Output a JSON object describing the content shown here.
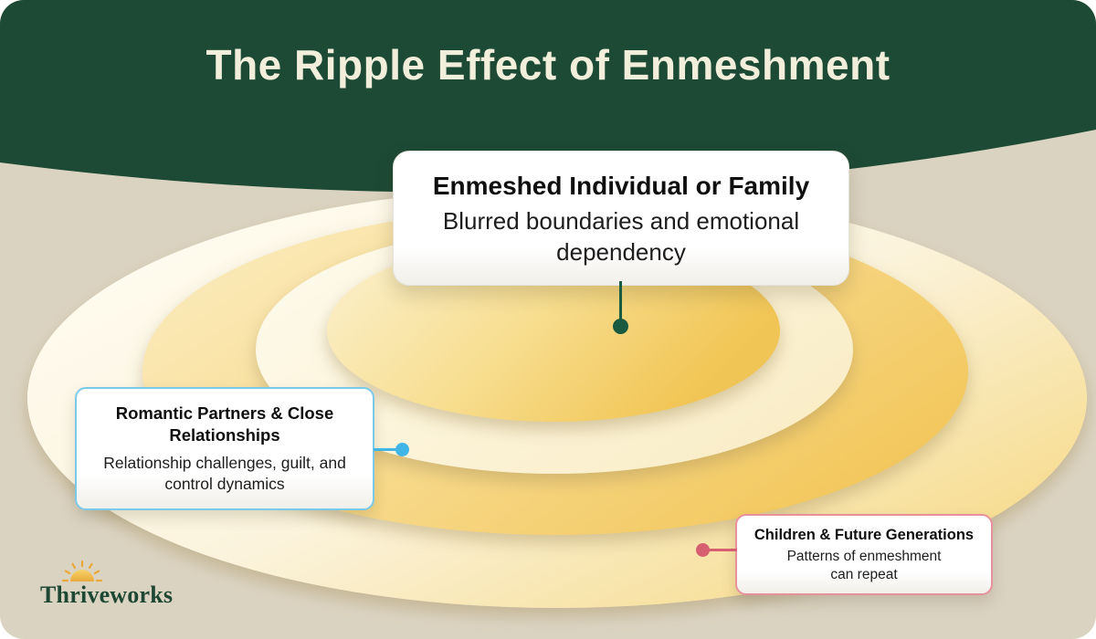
{
  "header": {
    "title": "The Ripple Effect of Enmeshment"
  },
  "diagram": {
    "type": "concentric-ripple",
    "rings": [
      "inner-gold",
      "cream-ring",
      "gold-ring",
      "outer-cream"
    ]
  },
  "callouts": {
    "center": {
      "title": "Enmeshed Individual or Family",
      "body": "Blurred boundaries and emotional dependency",
      "connector_color": "#1a5a41"
    },
    "left": {
      "title": "Romantic Partners & Close Relationships",
      "body": "Relationship challenges, guilt, and control dynamics",
      "connector_color": "#41b6e6"
    },
    "right": {
      "title": "Children & Future Generations",
      "body": "Patterns of enmeshment\ncan repeat",
      "connector_color": "#d6606f"
    }
  },
  "logo": {
    "text": "Thriveworks",
    "icon": "sun-icon"
  },
  "colors": {
    "header_green": "#1d4a34",
    "background_beige": "#dbd3c1",
    "title_text": "#f1eedc",
    "ripple_gold": "#f2c65a",
    "ripple_cream": "#fdf8e8",
    "callout_border_blue": "#79c9ea",
    "callout_border_red": "#e9909d"
  }
}
